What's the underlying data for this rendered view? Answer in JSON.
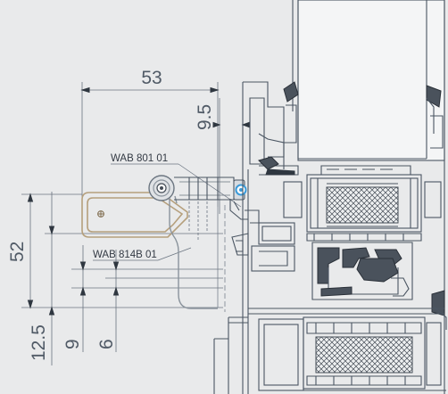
{
  "drawing": {
    "dimensions": {
      "d53": "53",
      "d95": "9.5",
      "d52": "52",
      "d125": "12.5",
      "d9": "9",
      "d6": "6"
    },
    "labels": {
      "part_top": "WAB 801 01",
      "part_bottom": "WAB 814B 01"
    },
    "colors": {
      "background": "#e9eaeb",
      "bracket": "#b59f7c",
      "accent": "#3a9ad9"
    }
  }
}
